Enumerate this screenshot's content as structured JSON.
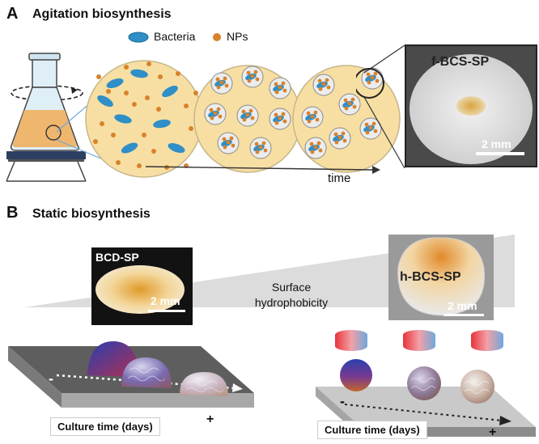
{
  "panel_a": {
    "letter": "A",
    "title": "Agitation biosynthesis",
    "legend": {
      "bacteria": "Bacteria",
      "nps": "NPs"
    },
    "photo_label": "f-BCS-SP",
    "scale_bar": "2 mm",
    "time_label": "time"
  },
  "panel_b": {
    "letter": "B",
    "title": "Static biosynthesis",
    "left_photo_label": "BCD-SP",
    "left_scale_bar": "2 mm",
    "wedge_label_line1": "Surface",
    "wedge_label_line2": "hydrophobicity",
    "right_photo_label": "h-BCS-SP",
    "right_scale_bar": "2 mm",
    "left_axis": {
      "minus": "-",
      "plus": "+",
      "label": "Culture time (days)"
    },
    "right_axis": {
      "minus": "-",
      "plus": "+",
      "label": "Culture time (days)"
    }
  },
  "colors": {
    "bacteria": "#2f8fc6",
    "nanoparticle": "#d9822b",
    "circle_fill": "#f7dfa3",
    "flask_liquid": "#efb66d",
    "platform": "#5e5e5e",
    "magnet_red": "#e8353d",
    "magnet_blue": "#6fa8dc"
  }
}
